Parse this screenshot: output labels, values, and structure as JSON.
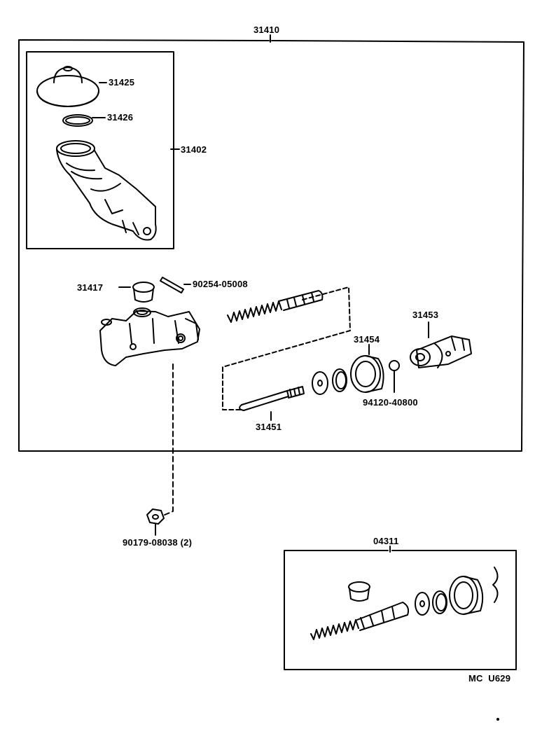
{
  "assembly": {
    "main_number": "31410",
    "reservoir_group": {
      "cap": "31425",
      "gasket": "31426",
      "reservoir": "31402"
    },
    "grommet": "31417",
    "pin": "90254-05008",
    "piston_set": "31454",
    "clip": "94120-40800",
    "push_rod": "31451",
    "clevis": "31453",
    "nut": "90179-08038 (2)"
  },
  "kit": {
    "number": "04311"
  },
  "footer": {
    "code": "MC  U629"
  },
  "colors": {
    "ink": "#000000",
    "paper": "#ffffff"
  }
}
